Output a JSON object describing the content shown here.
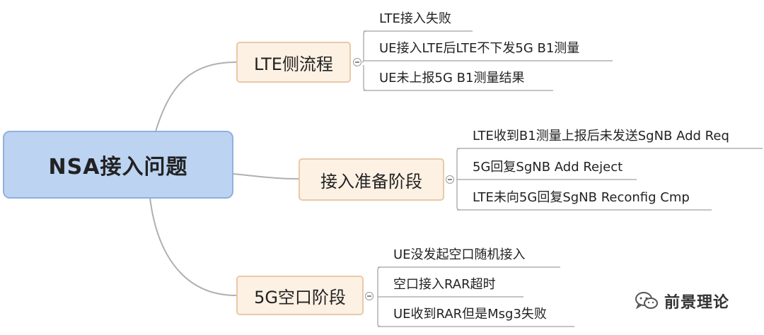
{
  "root": {
    "label": "NSA接入问题"
  },
  "branches": [
    {
      "label": "LTE侧流程",
      "leaves": [
        "LTE接入失败",
        "UE接入LTE后LTE不下发5G B1测量",
        "UE未上报5G B1测量结果"
      ]
    },
    {
      "label": "接入准备阶段",
      "leaves": [
        "LTE收到B1测量上报后未发送SgNB Add Req",
        "5G回复SgNB Add Reject",
        "LTE未向5G回复SgNB Reconfig Cmp"
      ]
    },
    {
      "label": "5G空口阶段",
      "leaves": [
        "UE没发起空口随机接入",
        "空口接入RAR超时",
        "UE收到RAR但是Msg3失败"
      ]
    }
  ],
  "watermark": {
    "text": "前景理论",
    "icon": "wechat-icon"
  },
  "colors": {
    "root_fill": "#bcd3f2",
    "root_border": "#8fb1de",
    "branch_fill": "#fdf1e4",
    "branch_border": "#e8c9a8",
    "connector": "#b0b0b0"
  }
}
